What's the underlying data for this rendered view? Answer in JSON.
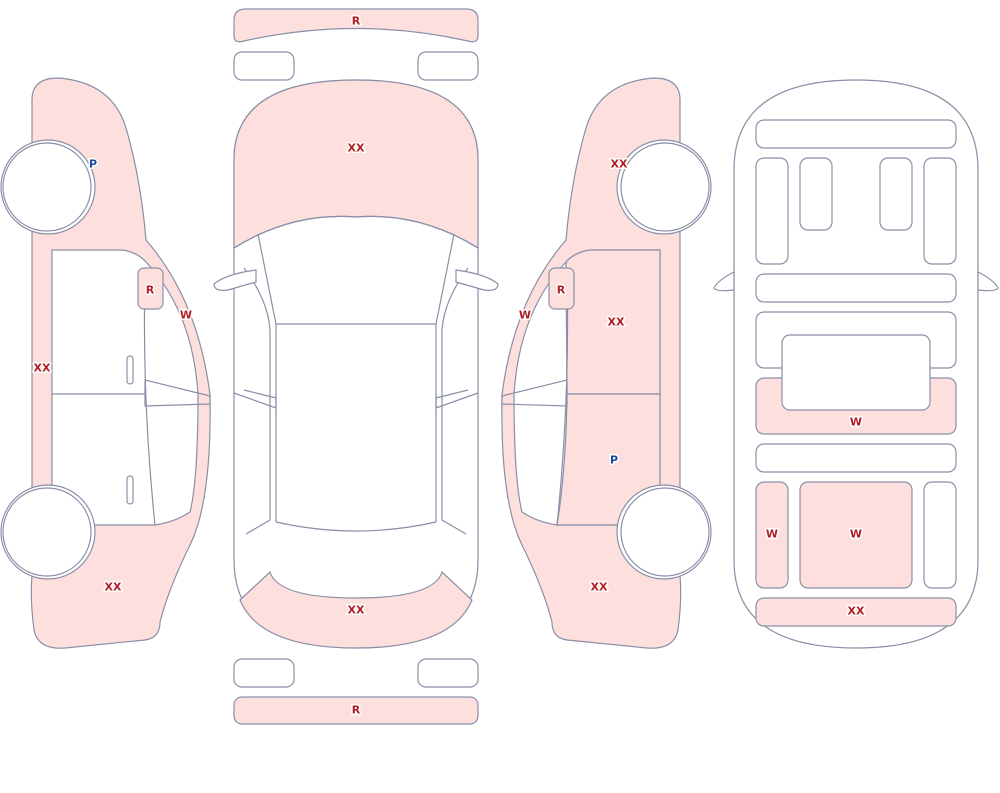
{
  "colors": {
    "damage_fill": "#fde0de",
    "outline": "#8a8fa8",
    "code_red": "#b01e23",
    "code_blue": "#1a4ba0"
  },
  "codes": {
    "left_side": {
      "front_fender": "P",
      "mirror": "R",
      "a_pillar": "W",
      "rocker": "XX",
      "rear_quarter": "XX"
    },
    "top_view": {
      "front_bumper": "R",
      "hood": "XX",
      "trunk": "XX",
      "rear_bumper": "R"
    },
    "right_side": {
      "front_fender": "XX",
      "mirror": "R",
      "a_pillar": "W",
      "front_door": "XX",
      "rear_door": "P",
      "rear_quarter": "XX"
    },
    "interior": {
      "mid_panel": "W",
      "rear_left": "W",
      "rear_center": "W",
      "rear_bar": "XX"
    }
  }
}
